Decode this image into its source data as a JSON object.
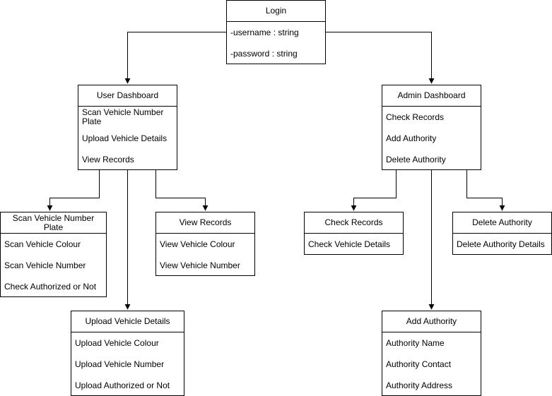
{
  "colors": {
    "stroke": "#000000",
    "fill": "#ffffff"
  },
  "nodes": {
    "login": {
      "title": "Login",
      "items": [
        "-username : string",
        "-password : string"
      ]
    },
    "user_dashboard": {
      "title": "User Dashboard",
      "items": [
        "Scan Vehicle Number Plate",
        "Upload Vehicle Details",
        "View Records"
      ]
    },
    "admin_dashboard": {
      "title": "Admin Dashboard",
      "items": [
        "Check Records",
        "Add Authority",
        "Delete Authority"
      ]
    },
    "scan_plate": {
      "title": "Scan Vehicle Number Plate",
      "items": [
        "Scan Vehicle Colour",
        "Scan Vehicle Number",
        "Check Authorized or Not"
      ]
    },
    "view_records": {
      "title": "View Records",
      "items": [
        "View Vehicle Colour",
        "View Vehicle Number"
      ]
    },
    "upload_details": {
      "title": "Upload Vehicle Details",
      "items": [
        "Upload Vehicle Colour",
        "Upload Vehicle Number",
        "Upload Authorized or Not"
      ]
    },
    "check_records": {
      "title": "Check Records",
      "items": [
        "Check Vehicle Details"
      ]
    },
    "delete_authority": {
      "title": "Delete Authority",
      "items": [
        "Delete Authority Details"
      ]
    },
    "add_authority": {
      "title": "Add Authority",
      "items": [
        "Authority Name",
        "Authority Contact",
        "Authority Address"
      ]
    }
  }
}
